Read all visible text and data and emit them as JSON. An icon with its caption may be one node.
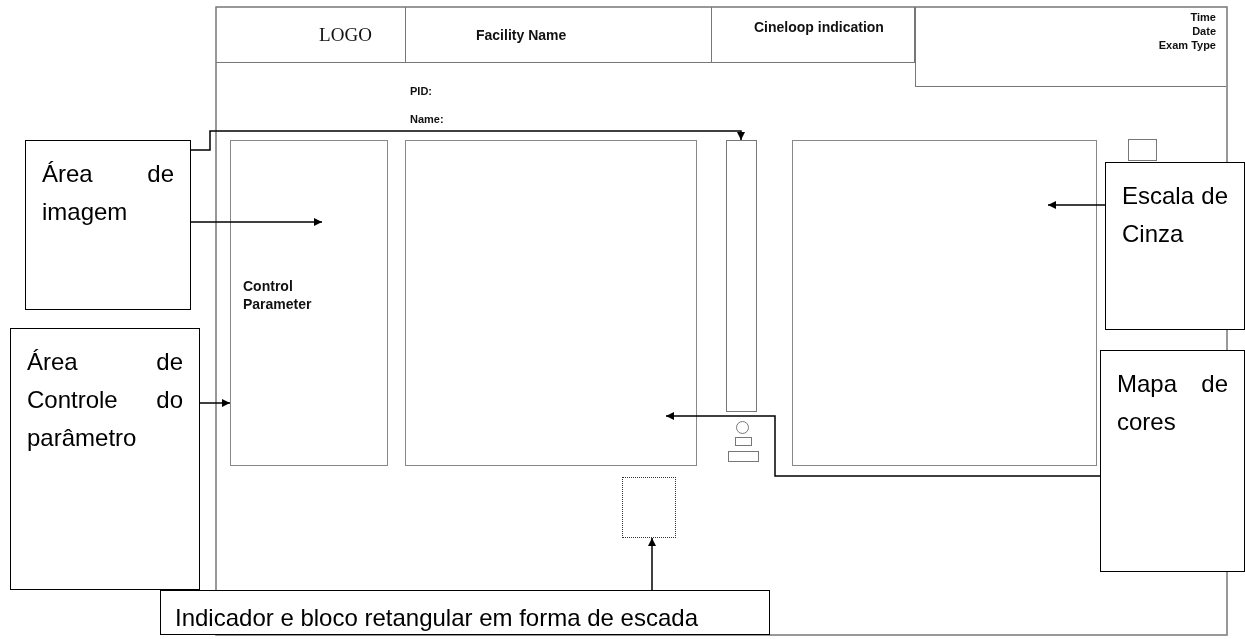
{
  "diagram": {
    "nodes": [
      {
        "text": [
          "LOGO"
        ]
      },
      {
        "text": [
          "Facility Name"
        ]
      },
      {
        "text": [
          "Cineloop indication"
        ]
      },
      {
        "text": [
          "Time",
          "Date",
          "Exam Type"
        ]
      },
      {
        "text": [
          "Control Parameter"
        ]
      },
      {
        "text": [],
        "shape": "box"
      },
      {
        "text": [],
        "shape": "bar"
      },
      {
        "text": [],
        "shape": "box"
      },
      {
        "text": [],
        "shape": "box"
      },
      {
        "text": [
          "Área de imagem"
        ]
      },
      {
        "text": [
          "Área de Controle do parâmetro"
        ]
      },
      {
        "text": [
          "Escala de Cinza"
        ]
      },
      {
        "text": [
          "Mapa de cores"
        ]
      },
      {
        "text": [
          "Indicador e bloco retangular em forma de escada"
        ]
      }
    ],
    "edges": [
      {
        "from": 9,
        "to": 4,
        "arrow": "to"
      },
      {
        "from": 9,
        "to": 6,
        "arrow": "to"
      },
      {
        "from": 10,
        "to": 4,
        "arrow": "to"
      },
      {
        "from": 11,
        "to": 7,
        "arrow": "to"
      },
      {
        "from": 12,
        "to": 5,
        "arrow": "to"
      },
      {
        "from": 13,
        "to": 8,
        "arrow": "to"
      }
    ],
    "labels": [
      "PID:",
      "Name:"
    ]
  }
}
